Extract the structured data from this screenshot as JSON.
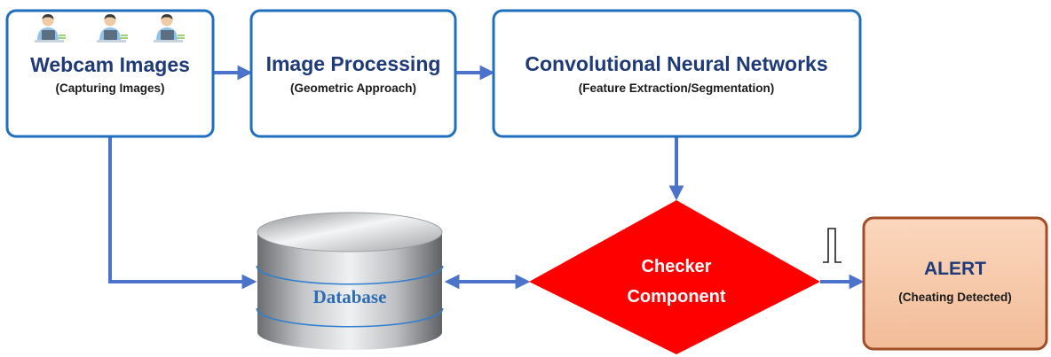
{
  "nodes": {
    "webcam": {
      "title": "Webcam Images",
      "subtitle": "(Capturing Images)",
      "icon": "person-at-laptop-icon"
    },
    "processing": {
      "title": "Image Processing",
      "subtitle": "(Geometric Approach)"
    },
    "cnn": {
      "title": "Convolutional Neural Networks",
      "subtitle": "(Feature Extraction/Segmentation)"
    },
    "database": {
      "label": "Database",
      "icon": "database-cylinder-icon"
    },
    "checker": {
      "line1": "Checker",
      "line2": "Component"
    },
    "alert": {
      "title": "ALERT",
      "subtitle": "(Cheating Detected)"
    }
  },
  "signal": {
    "icon": "pulse-signal-icon"
  },
  "colors": {
    "box_border": "#1f6fbf",
    "box_title": "#1f3a78",
    "arrow": "#4a73c9",
    "diamond": "#ff0000",
    "alert_fill": "#f8cbad",
    "alert_border": "#a14d25",
    "db_text": "#2e6db4"
  }
}
